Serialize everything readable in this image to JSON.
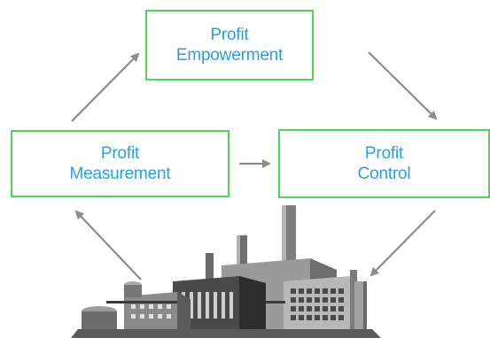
{
  "diagram": {
    "nodes": {
      "empowerment": {
        "line1": "Profit",
        "line2": "Empowerment"
      },
      "measurement": {
        "line1": "Profit",
        "line2": "Measurement"
      },
      "control": {
        "line1": "Profit",
        "line2": "Control"
      }
    },
    "colors": {
      "box_border": "#4fd45a",
      "box_text": "#2a9fe0",
      "arrow": "#8c8c8c",
      "factory_dark": "#3a3a3a",
      "factory_mid": "#8a8a8a",
      "factory_light": "#c8c8c8"
    },
    "icons": [
      "arrow-icon",
      "factory-icon"
    ]
  }
}
